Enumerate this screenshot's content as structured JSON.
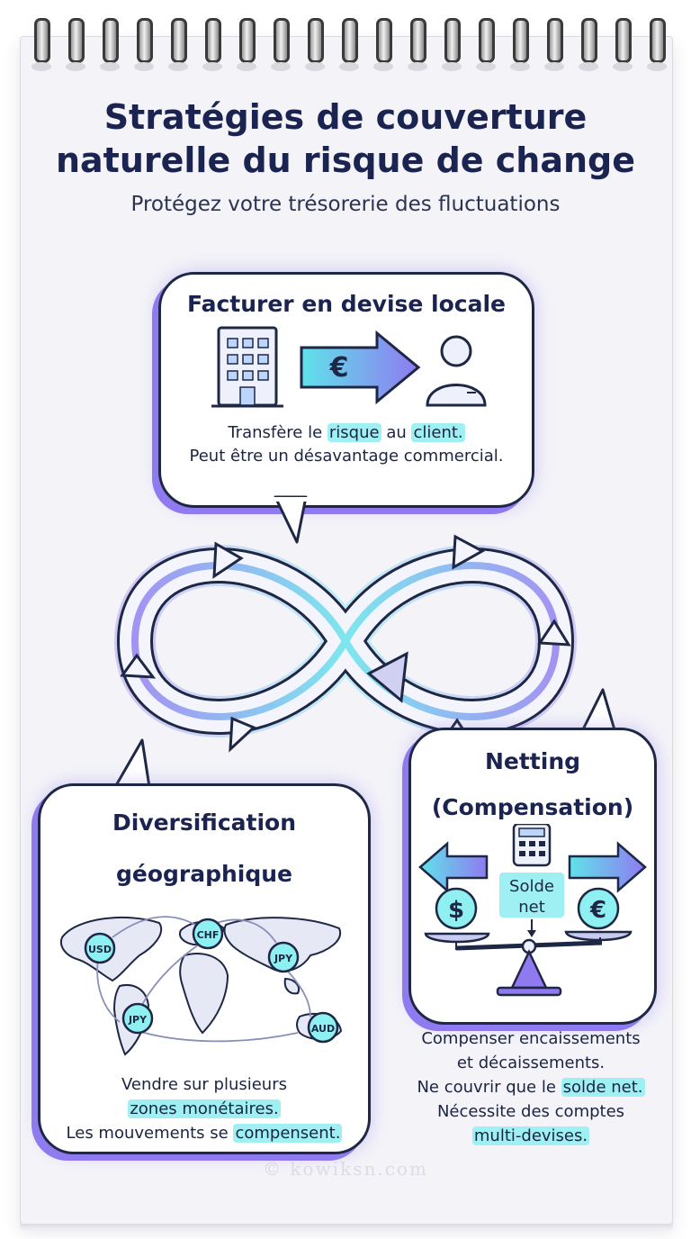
{
  "title": "Stratégies de couverture naturelle du risque de change",
  "subtitle": "Protégez votre trésorerie des fluctuations",
  "card_invoice": {
    "title": "Facturer en devise locale",
    "arrow_symbol": "€",
    "line1_a": "Transfère le ",
    "line1_hl1": "risque",
    "line1_b": " au ",
    "line1_hl2": "client.",
    "line2": "Peut être un désavantage commercial."
  },
  "card_diversification": {
    "title_line1": "Diversification",
    "title_line2": "géographique",
    "map_labels": [
      "USD",
      "CHF",
      "JPY",
      "JPY",
      "AUD"
    ],
    "line1": "Vendre sur plusieurs",
    "line2_hl": "zones monétaires.",
    "line3_a": "Les mouvements se ",
    "line3_hl": "compensent."
  },
  "card_netting": {
    "title_line1": "Netting",
    "title_line2": "(Compensation)",
    "solde_line1": "Solde",
    "solde_line2": "net",
    "dollar_symbol": "$",
    "euro_symbol": "€",
    "line1": "Compenser encaissements",
    "line2": "et décaissements.",
    "line3_a": "Ne couvrir que le ",
    "line3_hl": "solde net.",
    "line4": "Nécessite des comptes",
    "line5_hl": "multi-devises."
  },
  "watermark": "© kowiksn.com",
  "colors": {
    "navy": "#1b2350",
    "violet": "#8f7af0",
    "cyan": "#5fe3ea",
    "highlight": "#9ff0f3"
  }
}
